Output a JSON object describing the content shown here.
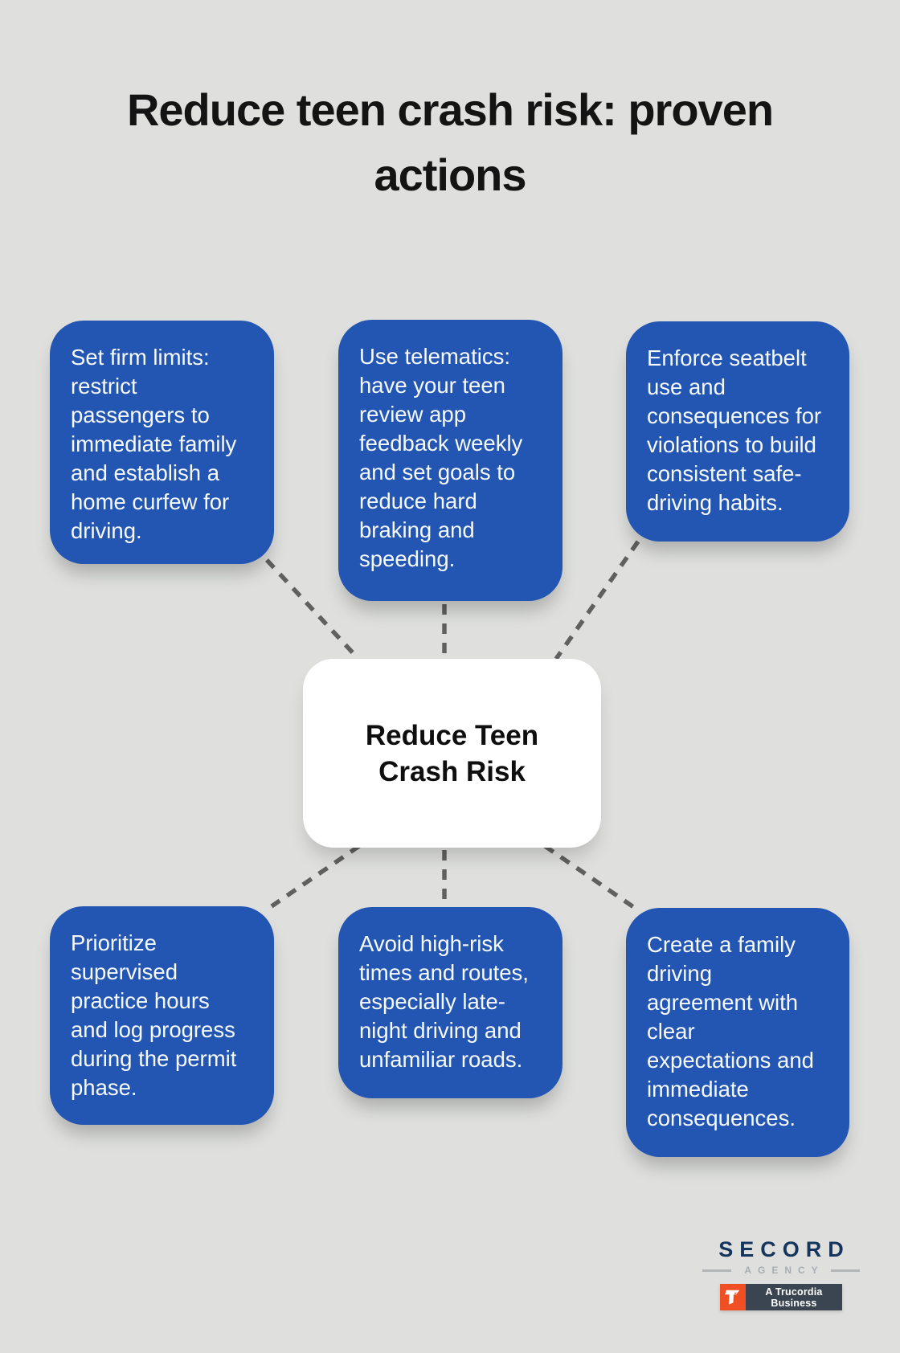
{
  "title": "Reduce teen crash risk: proven\nactions",
  "center": {
    "label": "Reduce Teen\nCrash Risk"
  },
  "nodes": [
    {
      "id": "top-left",
      "text": "Set firm limits:\nrestrict\npassengers to\nimmediate family\nand establish a\nhome curfew for\ndriving."
    },
    {
      "id": "top-middle",
      "text": "Use telematics:\nhave your teen\nreview app\nfeedback weekly\nand set goals to\nreduce hard\nbraking and\nspeeding."
    },
    {
      "id": "top-right",
      "text": "Enforce seatbelt\nuse and\nconsequences for\nviolations to build\nconsistent safe-\ndriving habits."
    },
    {
      "id": "bottom-left",
      "text": "Prioritize\nsupervised\npractice hours\nand log progress\nduring the permit\nphase."
    },
    {
      "id": "bottom-middle",
      "text": "Avoid high-risk\ntimes and routes,\nespecially late-\nnight driving and\nunfamiliar roads."
    },
    {
      "id": "bottom-right",
      "text": "Create a family\ndriving\nagreement with\nclear\nexpectations and\nimmediate\nconsequences."
    }
  ],
  "footer": {
    "brand": "SECORD",
    "brand_sub": "AGENCY",
    "badge": "A Trucordia Business"
  },
  "colors": {
    "background": "#dfe0de",
    "card_blue": "#2355b2",
    "card_text": "#f7fafd",
    "title_text": "#141414",
    "center_bg": "#ffffff",
    "connector_gray": "#606060",
    "brand_navy": "#15355e",
    "agency_gray": "#a8adb3",
    "trucordia_orange": "#f04e23",
    "trucordia_slate": "#3a4551"
  }
}
